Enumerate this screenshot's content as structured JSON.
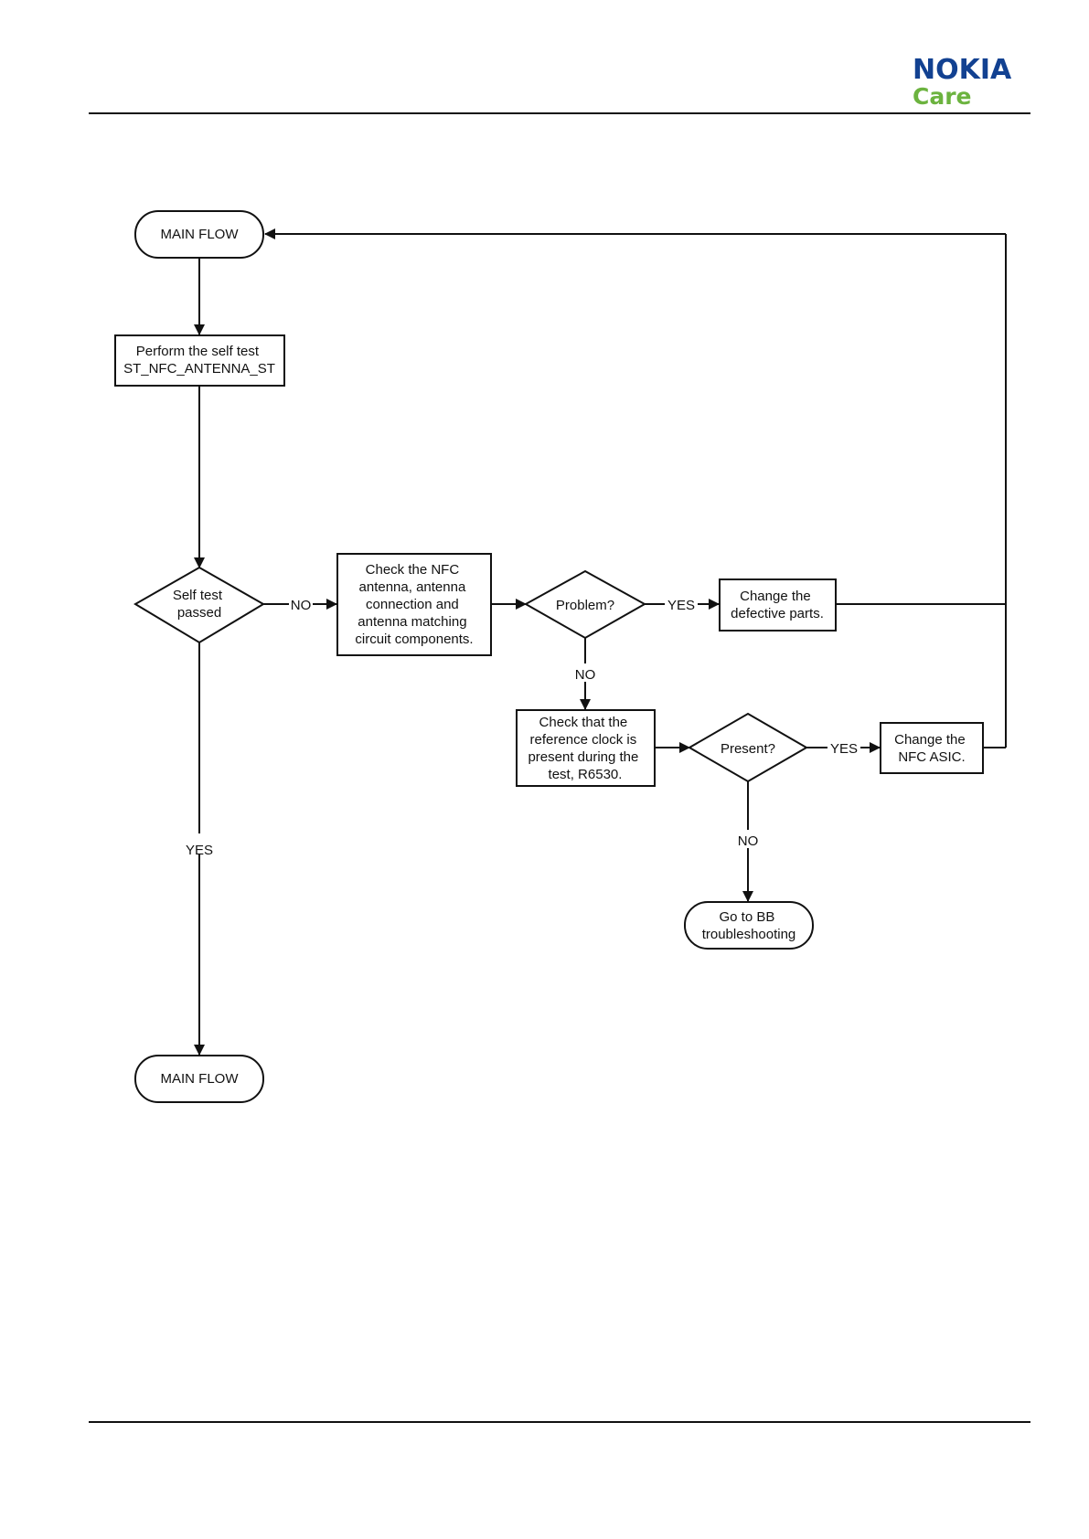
{
  "header": {
    "brand": "NOKIA",
    "sub_brand": "Care",
    "colors": {
      "brand": "#124191",
      "sub_brand": "#6cb33f"
    }
  },
  "diagram": {
    "main_flow_top": "MAIN FLOW",
    "self_test_step": [
      "Perform the self test",
      "ST_NFC_ANTENNA_ST"
    ],
    "self_test_decision": [
      "Self test",
      "passed"
    ],
    "check_antenna_step": [
      "Check the NFC",
      "antenna, antenna",
      "connection and",
      "antenna matching",
      "circuit components."
    ],
    "problem_decision": [
      "Problem?"
    ],
    "change_parts_step": [
      "Change the",
      "defective parts."
    ],
    "check_clock_step": [
      "Check that the",
      "reference clock is",
      "present during the",
      "test, R6530."
    ],
    "present_decision": [
      "Present?"
    ],
    "change_asic_step": [
      "Change the",
      "NFC ASIC."
    ],
    "go_to_bb": [
      "Go to BB",
      "troubleshooting"
    ],
    "main_flow_bottom": "MAIN FLOW",
    "edge_labels": {
      "self_test_no": "NO",
      "self_test_yes": "YES",
      "problem_yes": "YES",
      "problem_no": "NO",
      "present_yes": "YES",
      "present_no": "NO"
    }
  }
}
